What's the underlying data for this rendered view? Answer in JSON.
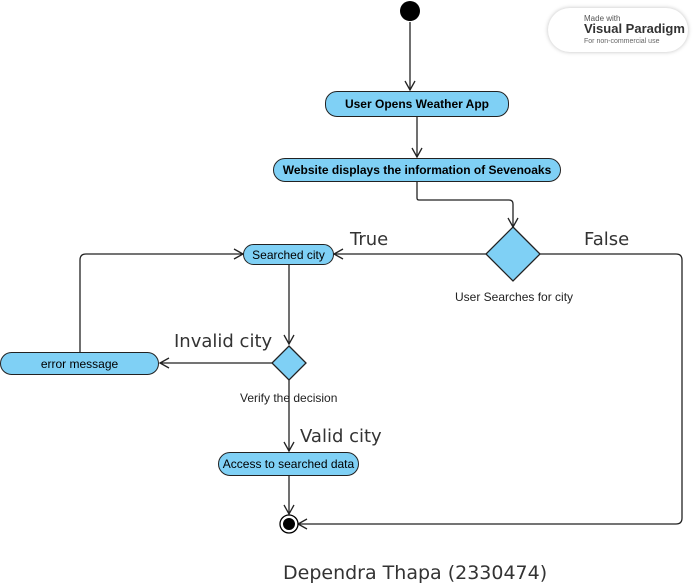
{
  "nodes": {
    "open_app": "User Opens Weather App",
    "display_info": "Website displays the information of Sevenoaks",
    "searched_city": "Searched city",
    "error_message": "error message",
    "access_data": "Access to searched data"
  },
  "decisions": {
    "user_searches": "User Searches for city",
    "verify": "Verify the decision"
  },
  "guards": {
    "true": "True",
    "false": "False",
    "invalid": "Invalid city",
    "valid": "Valid city"
  },
  "badge": {
    "made_with": "Made with",
    "name": "Visual Paradigm",
    "note": "For non-commercial use"
  },
  "footer": "Dependra Thapa (2330474)",
  "colors": {
    "node_fill": "#7fd0f5",
    "stroke": "#222222",
    "logo_red": "#d9262c",
    "logo_blue": "#2f8fd8"
  }
}
